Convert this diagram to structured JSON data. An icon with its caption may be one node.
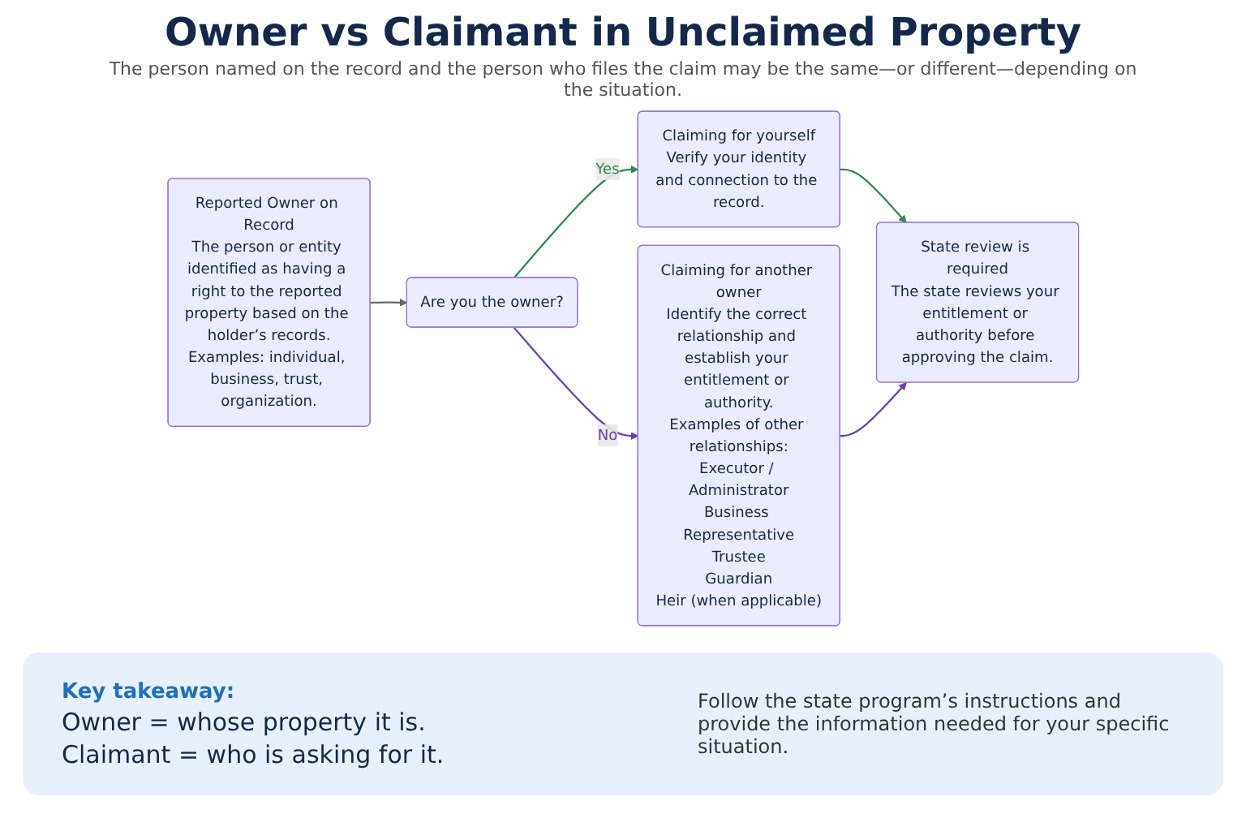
{
  "diagram": {
    "title": "Owner vs Claimant in Unclaimed Property",
    "nodes": [
      {
        "text": [
          "Reported Owner on Record",
          "The person or entity identified as having a right to the reported property based on the holder’s records.",
          "Examples: individual, business, trust, organization."
        ]
      },
      {
        "text": [
          "Are you the owner?"
        ]
      },
      {
        "text": [
          "Claiming for yourself",
          "Verify your identity and connection to the record."
        ]
      },
      {
        "text": [
          "Claiming for another owner",
          "Identify the correct relationship and establish your entitlement or authority.",
          "Examples of other relationships:",
          "Executor / Administrator",
          "Business Representative",
          "Trustee",
          "Guardian",
          "Heir (when applicable)"
        ]
      },
      {
        "text": [
          "State review is required",
          "The state reviews your entitlement or authority before approving the claim."
        ]
      }
    ],
    "edges": [
      {
        "from": 0,
        "to": 1,
        "arrow": "to",
        "color": "#5f6b78"
      },
      {
        "from": 1,
        "to": 2,
        "arrow": "to",
        "label": "Yes",
        "color": "#2e8b4e"
      },
      {
        "from": 1,
        "to": 3,
        "arrow": "to",
        "label": "No",
        "color": "#6a3fb0"
      },
      {
        "from": 2,
        "to": 4,
        "arrow": "to",
        "color": "#2e8b4e"
      },
      {
        "from": 3,
        "to": 4,
        "arrow": "to",
        "color": "#6a3fb0"
      }
    ],
    "labels": [
      "The person named on the record and the person who files the claim may be the same—or different—depending on the situation.",
      "Key takeaway:",
      "Owner = whose property it is.",
      "Claimant = who is asking for it.",
      "Follow the state program’s instructions and provide the information needed for your specific situation."
    ]
  }
}
